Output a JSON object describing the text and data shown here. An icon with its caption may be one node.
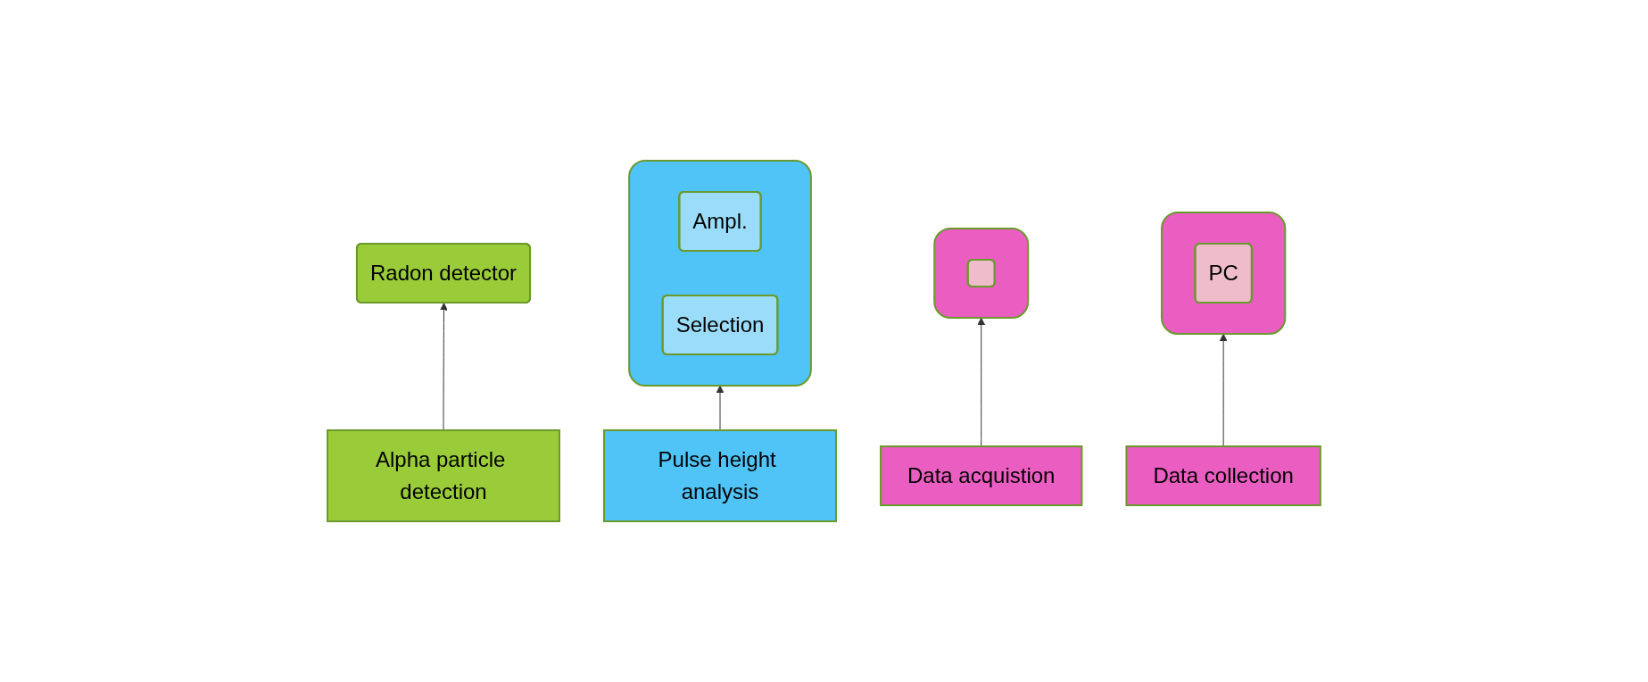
{
  "diagram": {
    "nodes": [
      {
        "text": [
          "Radon detector"
        ]
      },
      {
        "text": [],
        "shape": "box"
      },
      {
        "text": [
          "Ampl."
        ],
        "in": 1
      },
      {
        "text": [
          "Selection"
        ],
        "in": 1
      },
      {
        "text": [],
        "shape": "box"
      },
      {
        "text": [],
        "shape": "box",
        "in": 4
      },
      {
        "text": [],
        "shape": "box"
      },
      {
        "text": [
          "PC"
        ],
        "in": 6
      },
      {
        "text": [
          "Alpha particle detection"
        ]
      },
      {
        "text": [
          "Pulse height analysis"
        ]
      },
      {
        "text": [
          "Data acquistion"
        ]
      },
      {
        "text": [
          "Data collection"
        ]
      }
    ],
    "edges": [
      {
        "from": 8,
        "to": 0,
        "arrow": "to"
      },
      {
        "from": 9,
        "to": 1,
        "arrow": "to"
      },
      {
        "from": 10,
        "to": 4,
        "arrow": "to"
      },
      {
        "from": 11,
        "to": 6,
        "arrow": "to"
      }
    ]
  }
}
